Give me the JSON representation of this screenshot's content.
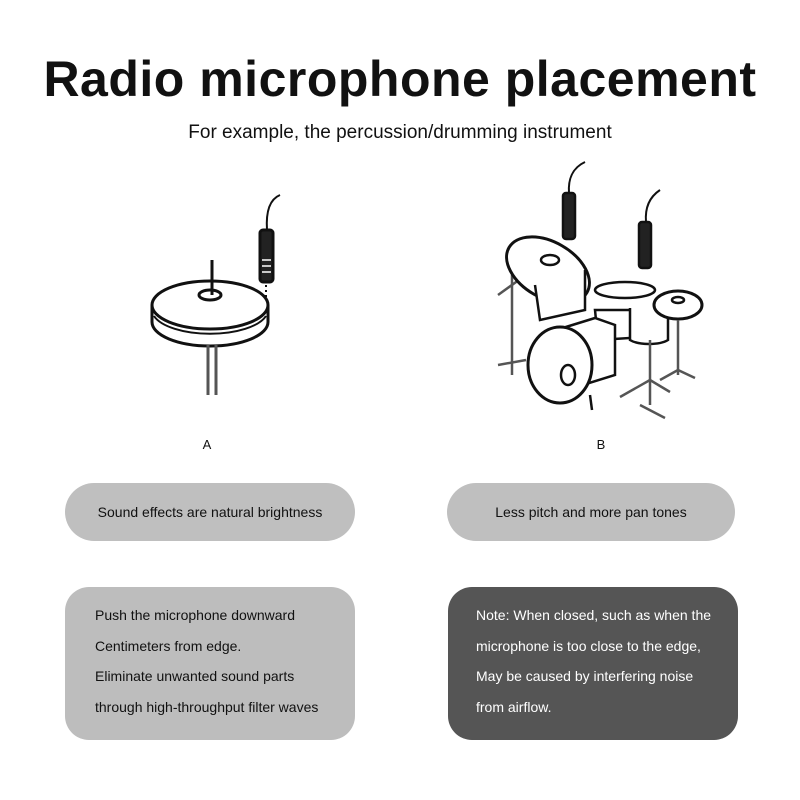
{
  "title": "Radio microphone placement",
  "subtitle": "For example, the percussion/drumming instrument",
  "panels": [
    {
      "label": "A",
      "illustration": "hi-hat-with-microphone",
      "summary": "Sound effects are natural brightness",
      "notes": [
        "Push the microphone downward",
        "Centimeters from edge.",
        "Eliminate unwanted sound parts",
        "through high-throughput filter waves"
      ]
    },
    {
      "label": "B",
      "illustration": "drum-kit-with-overhead-microphones",
      "summary": "Less pitch and more pan tones",
      "notes": [
        "Note: When closed, such as when the",
        "microphone is too close to the edge,",
        "May be caused by interfering noise",
        "from airflow."
      ]
    }
  ],
  "colors": {
    "pill": "#bfbfbf",
    "light_box": "#bdbdbd",
    "dark_box": "#555555"
  }
}
